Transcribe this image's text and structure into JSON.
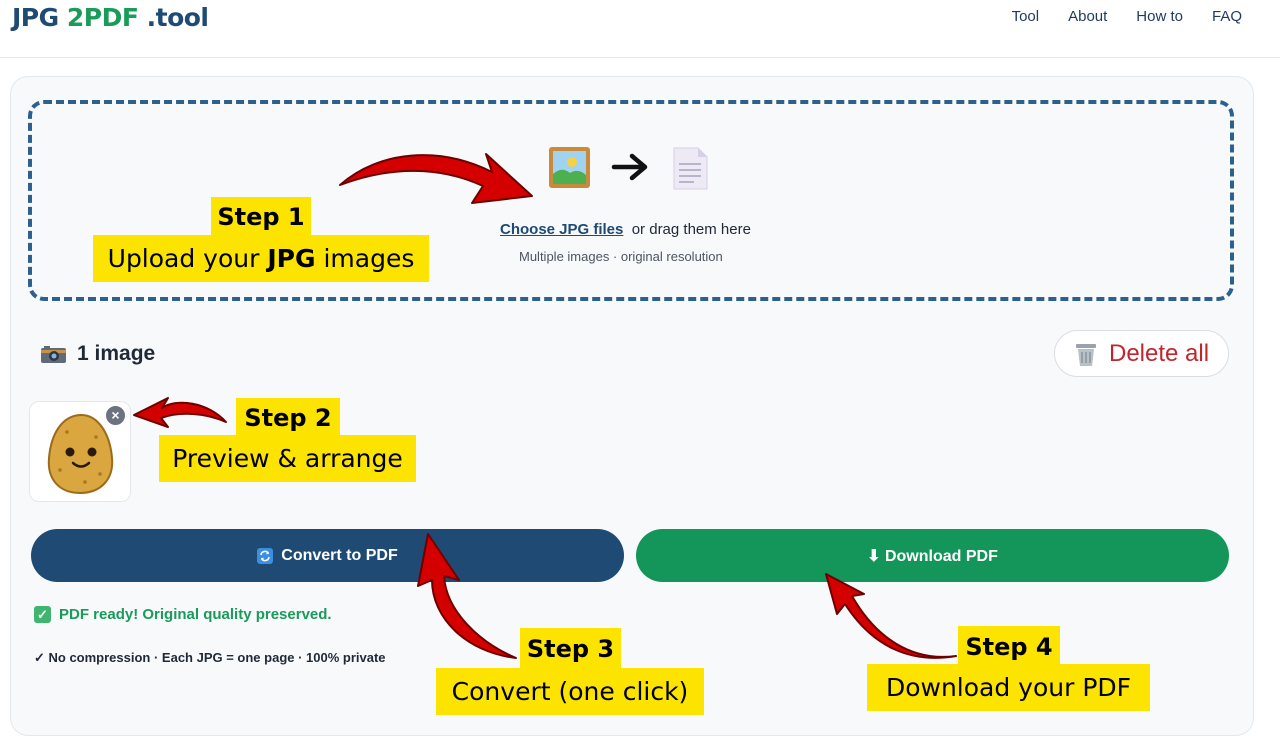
{
  "header": {
    "logo": {
      "part1": "JPG ",
      "part2": "2PDF",
      "part3": " .tool"
    },
    "nav": [
      "Tool",
      "About",
      "How to",
      "FAQ"
    ]
  },
  "upload": {
    "icons": [
      "picture-icon",
      "arrow-right-icon",
      "document-icon"
    ],
    "choose_link": "Choose JPG files",
    "drag_text": "or drag them here",
    "hint": "Multiple images · original resolution"
  },
  "images": {
    "count_icon": "camera-icon",
    "count_label": "1 image",
    "delete_all_label": "Delete all",
    "thumbnails": [
      {
        "icon": "potato-icon"
      }
    ]
  },
  "actions": {
    "convert_label": "Convert to PDF",
    "download_label": "⬇ Download PDF"
  },
  "status": {
    "ready_text": "PDF ready! Original quality preserved.",
    "note": "✓ No compression · Each JPG = one page · 100% private"
  },
  "annotations": [
    {
      "step": "Step 1",
      "pre": "Upload your ",
      "bold": "JPG",
      "post": " images"
    },
    {
      "step": "Step 2",
      "text": "Preview & arrange"
    },
    {
      "step": "Step 3",
      "text": "Convert (one click)"
    },
    {
      "step": "Step 4",
      "text": "Download your PDF"
    }
  ],
  "colors": {
    "primary": "#1e4a73",
    "success": "#14965a",
    "danger": "#c0262d",
    "highlight": "#fde400",
    "arrow": "#d40000"
  }
}
